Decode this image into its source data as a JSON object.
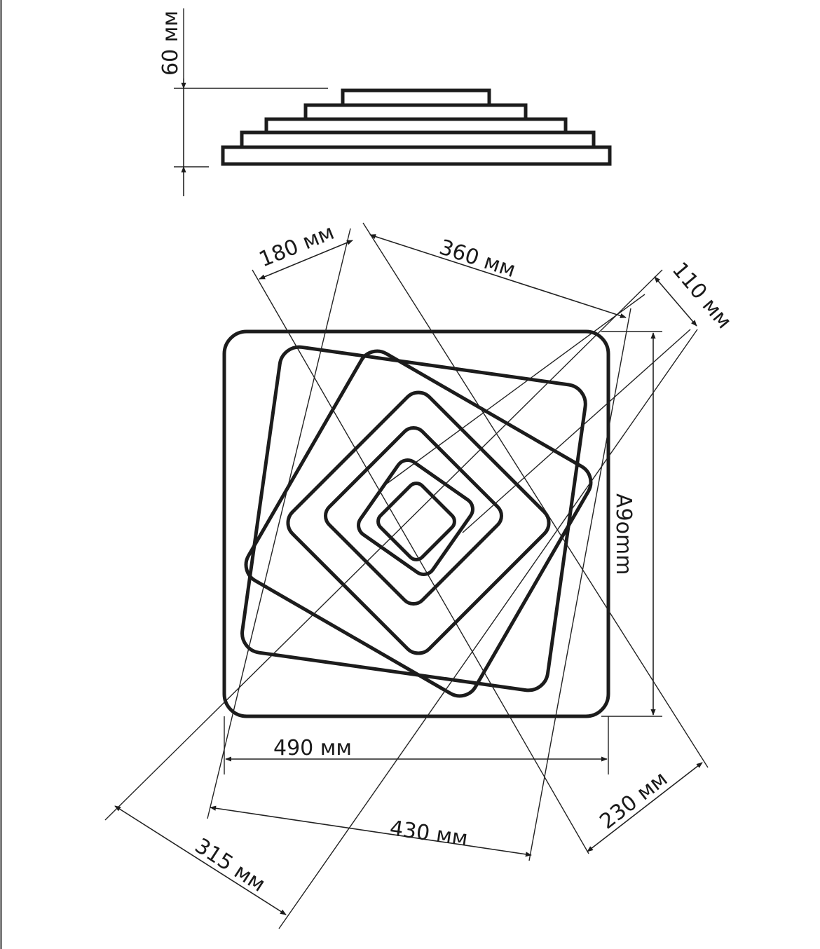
{
  "diagram": {
    "labels": {
      "height": "60 мм",
      "d180": "180 мм",
      "d360": "360 мм",
      "d110": "110 мм",
      "d490_vertical": "A9omm",
      "d490": "490 мм",
      "d430": "430 мм",
      "d230": "230 мм",
      "d315": "315 мм"
    },
    "colors": {
      "line": "#1c1c1c",
      "background": "#ffffff"
    }
  }
}
